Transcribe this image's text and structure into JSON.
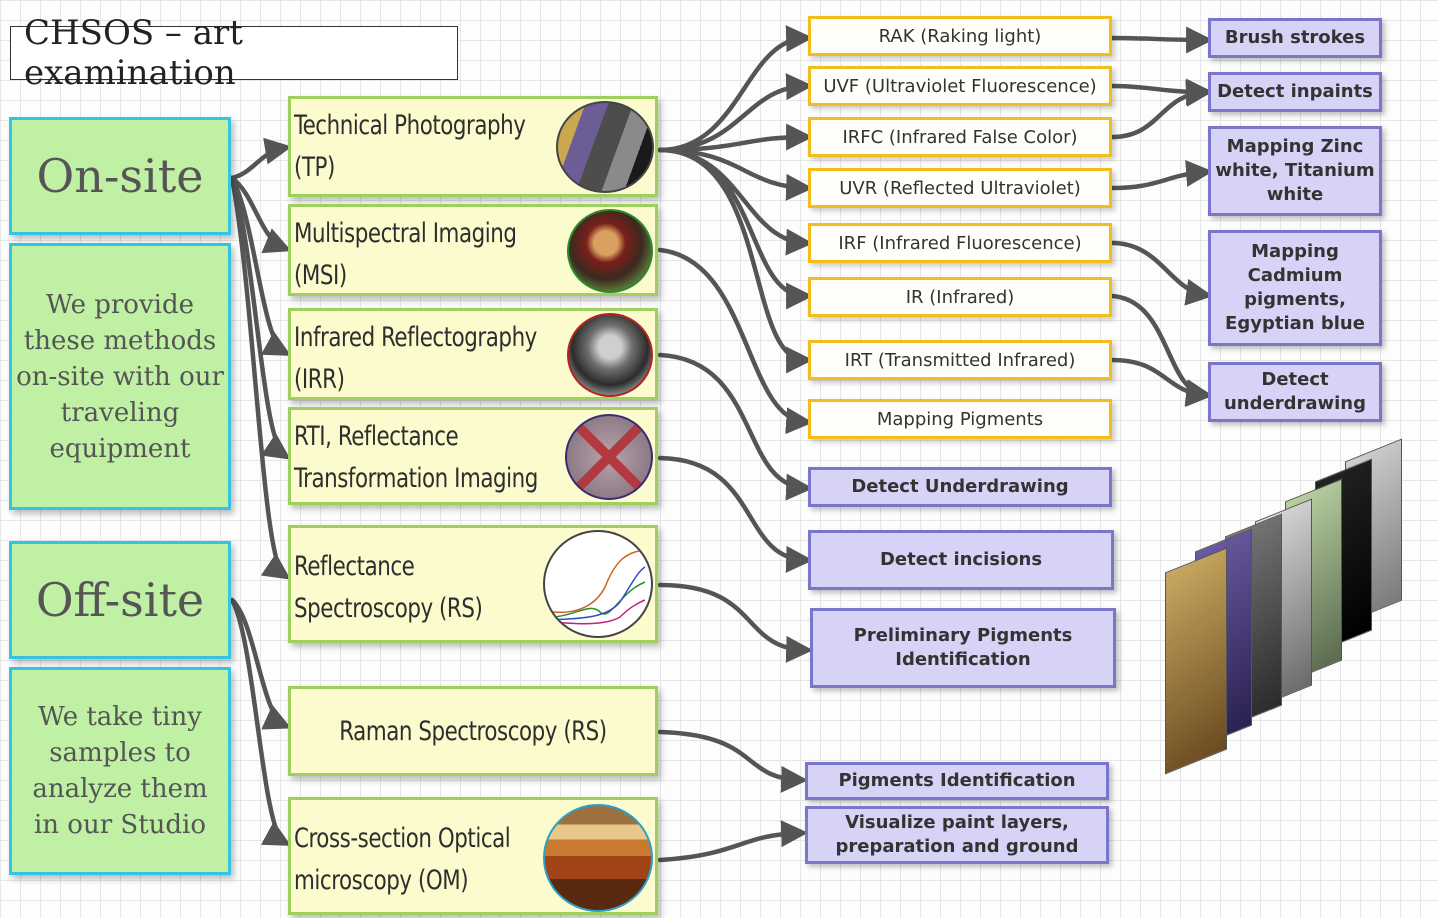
{
  "title": "CHSOS  –  art examination",
  "onsite": {
    "heading": "On-site",
    "description": "We provide these methods on-site with our traveling equipment"
  },
  "offsite": {
    "heading": "Off-site",
    "description": "We take tiny samples to analyze them in our Studio"
  },
  "methods": [
    {
      "line1": "Technical Photography",
      "line2": "(TP)"
    },
    {
      "line1": "Multispectral Imaging",
      "line2": "(MSI)"
    },
    {
      "line1": "Infrared Reflectography",
      "line2": "(IRR)"
    },
    {
      "line1": "RTI, Reflectance",
      "line2": "Transformation Imaging"
    },
    {
      "line1": "Reflectance",
      "line2": "Spectroscopy (RS)"
    },
    {
      "line1": "Raman Spectroscopy (RS)",
      "line2": ""
    },
    {
      "line1": "Cross-section Optical",
      "line2": "microscopy (OM)"
    }
  ],
  "techniques": [
    "RAK (Raking light)",
    "UVF (Ultraviolet Fluorescence)",
    "IRFC (Infrared False Color)",
    "UVR (Reflected Ultraviolet)",
    "IRF (Infrared Fluorescence)",
    "IR (Infrared)",
    "IRT (Transmitted Infrared)",
    "Mapping Pigments"
  ],
  "outcomes": [
    "Brush strokes",
    "Detect inpaints",
    "Mapping Zinc white, Titanium white",
    "Mapping Cadmium pigments, Egyptian blue",
    "Detect underdrawing"
  ],
  "results": [
    "Detect Underdrawing",
    "Detect incisions",
    "Preliminary Pigments Identification",
    "Pigments Identification",
    "Visualize paint layers, preparation and ground"
  ],
  "colors": {
    "cyan_border": "#33c3e4",
    "green_fill": "#bff0a4",
    "method_fill": "#fbfbce",
    "method_border": "#9ed060",
    "yellow_border": "#f2be1e",
    "purple_fill": "#d6d3f6",
    "purple_border": "#7a76cc",
    "arrow": "#555555"
  }
}
